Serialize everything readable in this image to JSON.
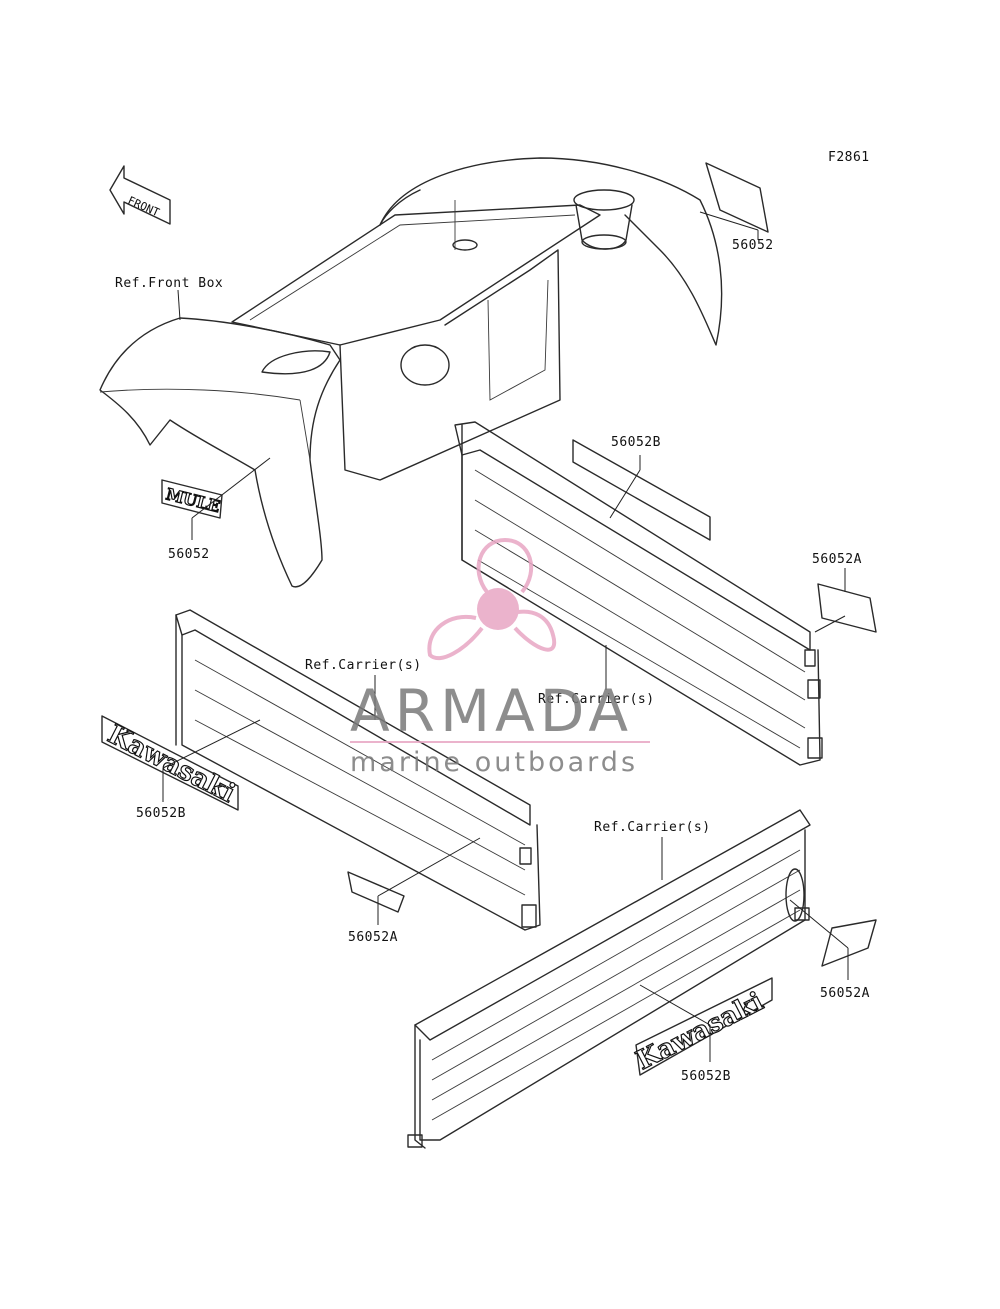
{
  "diagram_id": "F2861",
  "front_arrow_label": "FRONT",
  "labels": {
    "ref_front_box": "Ref.Front Box",
    "part_56052_top": "56052",
    "part_56052_left": "56052",
    "part_56052b_top": "56052B",
    "part_56052a_right": "56052A",
    "ref_carrier_1": "Ref.Carrier(s)",
    "ref_carrier_2": "Ref.Carrier(s)",
    "ref_carrier_3": "Ref.Carrier(s)",
    "part_56052b_left": "56052B",
    "part_56052a_mid": "56052A",
    "part_56052a_low": "56052A",
    "part_56052b_bottom": "56052B"
  },
  "decals": {
    "mule": "MULE",
    "kawasaki_left": "Kawasaki",
    "kawasaki_bottom": "Kawasaki"
  },
  "watermark": {
    "title": "ARMADA",
    "subtitle": "marine outboards"
  },
  "colors": {
    "line": "#2a2a2a",
    "watermark_pink": "#e8a6c4",
    "watermark_gray": "#7a7a7a"
  }
}
